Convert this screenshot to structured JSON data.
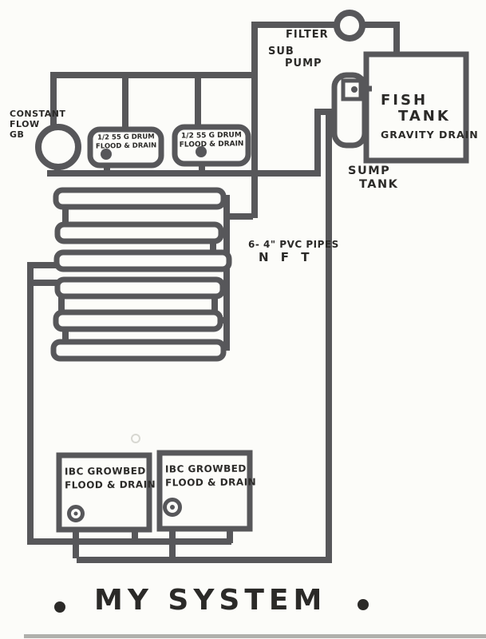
{
  "colors": {
    "ink": "#57575a",
    "paper": "#fcfcf9",
    "text": "#2b2a28",
    "faint": "#b0b0ac"
  },
  "labels": {
    "filter": "FILTER",
    "sub_pump_line1": "SUB",
    "sub_pump_line2": "PUMP",
    "constant_flow_line1": "CONSTANT",
    "constant_flow_line2": "FLOW",
    "constant_flow_line3": "GB",
    "pvc_pipes_line1": "6- 4\" PVC PIPES",
    "pvc_pipes_line2": "N F T"
  },
  "fish_tank": {
    "name_line1": "FISH",
    "name_line2": "TANK",
    "subtitle": "GRAVITY DRAIN"
  },
  "sump_tank": {
    "line1": "SUMP",
    "line2": "TANK"
  },
  "drums": [
    {
      "line1": "1/2 55 G DRUM",
      "line2": "FLOOD & DRAIN"
    },
    {
      "line1": "1/2 55 G DRUM",
      "line2": "FLOOD & DRAIN"
    }
  ],
  "ibc_growbeds": [
    {
      "line1": "IBC GROWBED",
      "line2": "FLOOD & DRAIN"
    },
    {
      "line1": "IBC GROWBED",
      "line2": "FLOOD & DRAIN"
    }
  ],
  "nft_pipe_count": 6,
  "title": "MY SYSTEM"
}
